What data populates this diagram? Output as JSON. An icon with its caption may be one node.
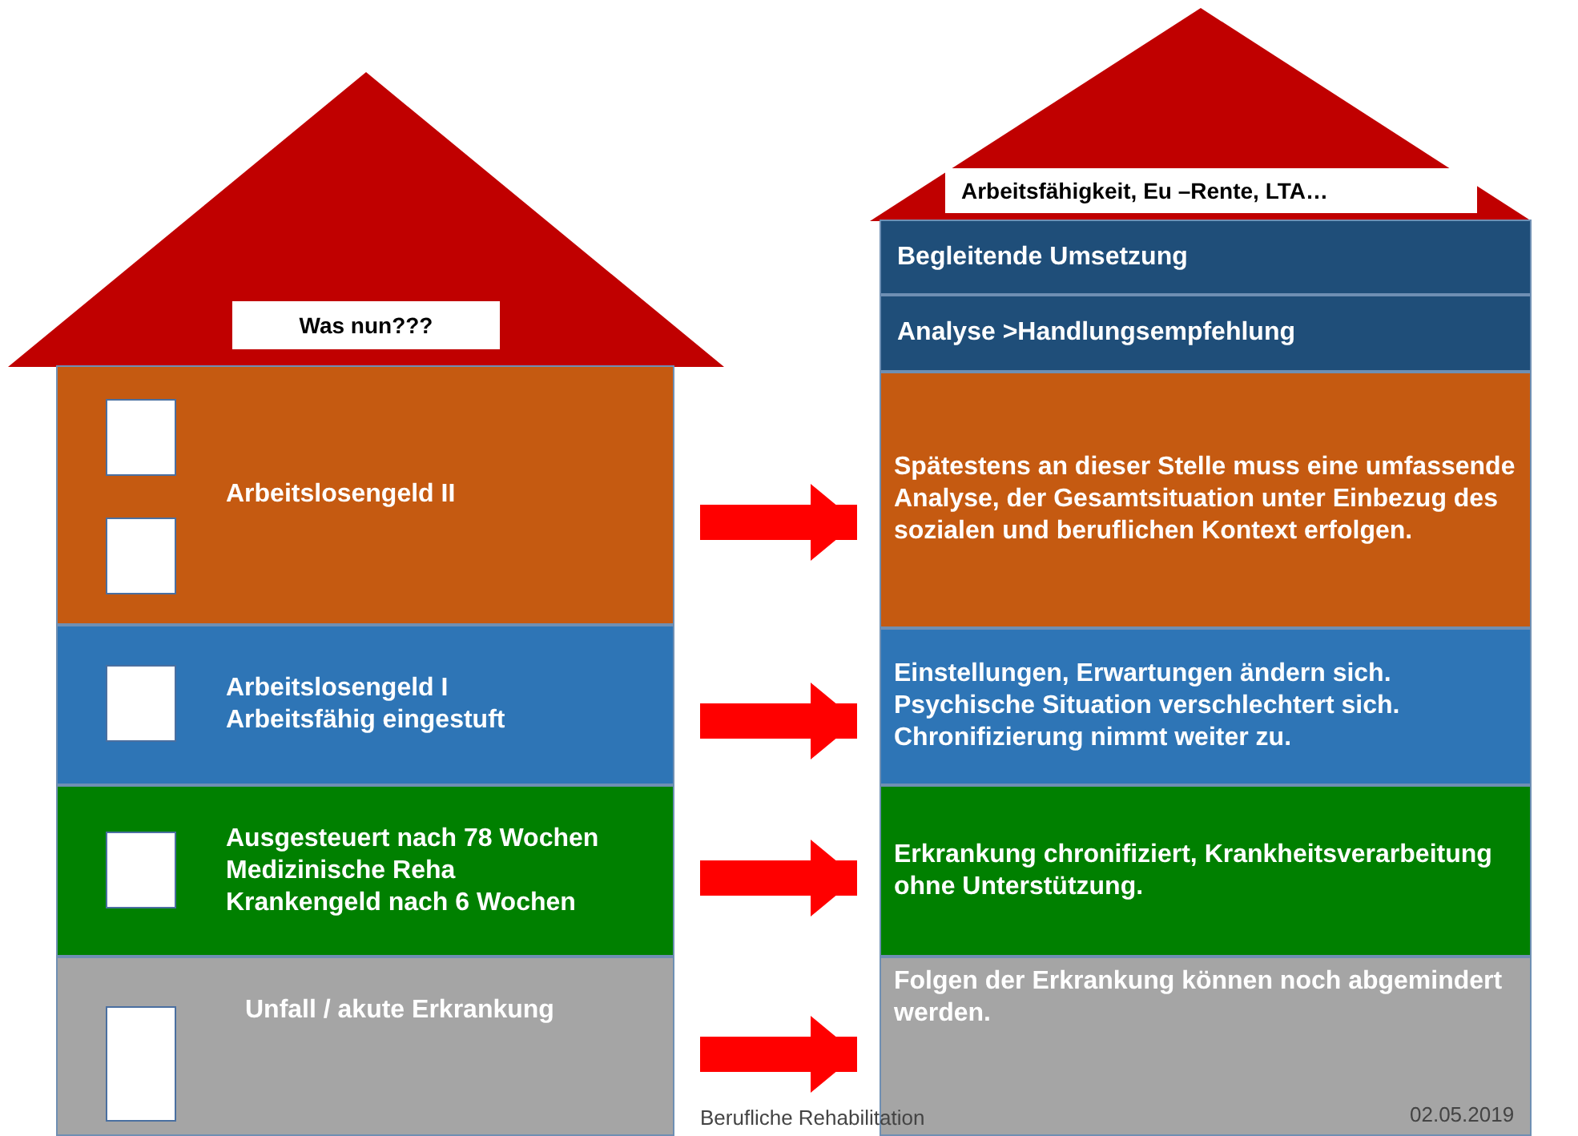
{
  "diagram": {
    "nodes": [
      {
        "text": [
          "Was nun???"
        ]
      },
      {
        "text": [
          "Arbeitslosengeld II"
        ]
      },
      {
        "text": [
          "Arbeitslosengeld I",
          "Arbeitsfähig eingestuft"
        ]
      },
      {
        "text": [
          "Ausgesteuert nach 78 Wochen",
          "Medizinische Reha",
          "Krankengeld nach 6 Wochen"
        ]
      },
      {
        "text": [
          "Unfall / akute Erkrankung"
        ]
      },
      {
        "text": [
          "Arbeitsfähigkeit, Eu –Rente, LTA…"
        ]
      },
      {
        "text": [
          "Begleitende Umsetzung"
        ]
      },
      {
        "text": [
          "Analyse >Handlungsempfehlung"
        ]
      },
      {
        "text": [
          "Spätestens an dieser Stelle muss eine umfassende Analyse, der Gesamtsituation unter Einbezug des sozialen und beruflichen Kontext erfolgen."
        ]
      },
      {
        "text": [
          "Einstellungen, Erwartungen ändern sich. Psychische Situation verschlechtert sich. Chronifizierung nimmt weiter zu."
        ]
      },
      {
        "text": [
          "Erkrankung chronifiziert, Krankheitsverarbeitung ohne Unterstützung."
        ]
      },
      {
        "text": [
          "Folgen der Erkrankung können noch abgemindert werden."
        ]
      }
    ],
    "edges": [
      {
        "from": 1,
        "to": 8,
        "arrow": "to",
        "color": "#ff0000"
      },
      {
        "from": 2,
        "to": 9,
        "arrow": "to",
        "color": "#ff0000"
      },
      {
        "from": 3,
        "to": 10,
        "arrow": "to",
        "color": "#ff0000"
      },
      {
        "from": 4,
        "to": 11,
        "arrow": "to",
        "color": "#ff0000"
      }
    ],
    "labels": [
      "Berufliche Rehabilitation",
      "02.05.2019"
    ]
  }
}
